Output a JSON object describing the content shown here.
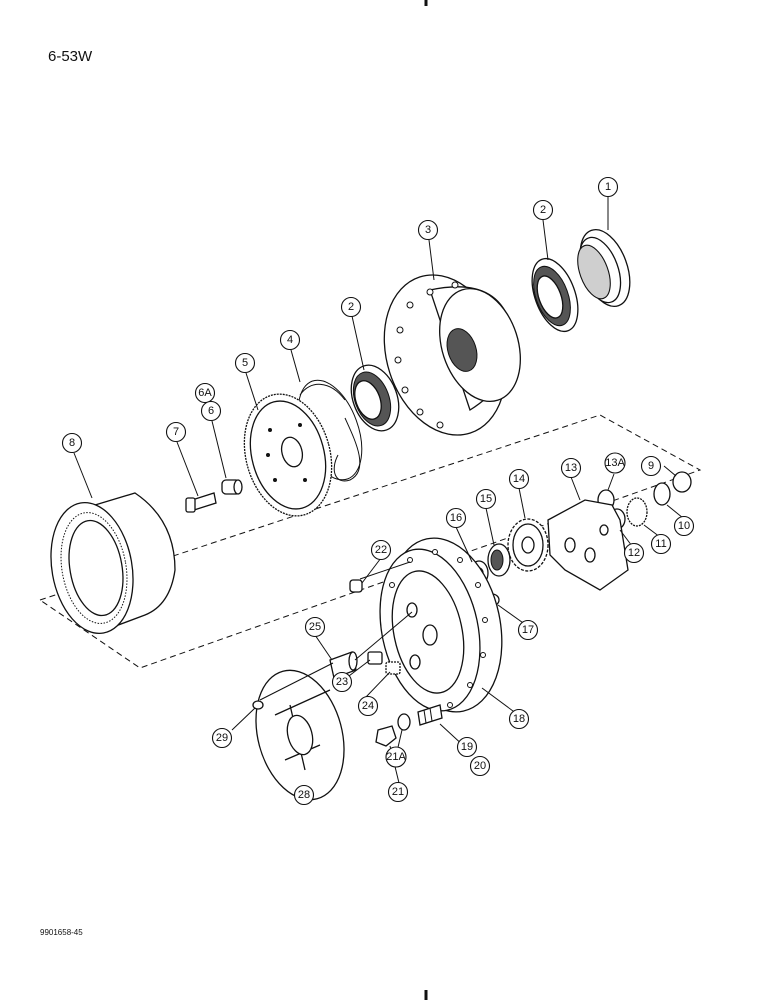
{
  "page": {
    "title": "6-53W",
    "doc_code": "9901658-45"
  },
  "callouts": [
    {
      "id": "c1",
      "label": "1"
    },
    {
      "id": "c2a",
      "label": "2"
    },
    {
      "id": "c2b",
      "label": "2"
    },
    {
      "id": "c3",
      "label": "3"
    },
    {
      "id": "c4",
      "label": "4"
    },
    {
      "id": "c5",
      "label": "5"
    },
    {
      "id": "c6a",
      "label": "6A"
    },
    {
      "id": "c6",
      "label": "6"
    },
    {
      "id": "c7",
      "label": "7"
    },
    {
      "id": "c8",
      "label": "8"
    },
    {
      "id": "c9",
      "label": "9"
    },
    {
      "id": "c10",
      "label": "10"
    },
    {
      "id": "c11",
      "label": "11"
    },
    {
      "id": "c12",
      "label": "12"
    },
    {
      "id": "c13",
      "label": "13"
    },
    {
      "id": "c13a",
      "label": "13A"
    },
    {
      "id": "c14",
      "label": "14"
    },
    {
      "id": "c15",
      "label": "15"
    },
    {
      "id": "c16",
      "label": "16"
    },
    {
      "id": "c17",
      "label": "17"
    },
    {
      "id": "c18",
      "label": "18"
    },
    {
      "id": "c19",
      "label": "19"
    },
    {
      "id": "c20",
      "label": "20"
    },
    {
      "id": "c21",
      "label": "21"
    },
    {
      "id": "c21a",
      "label": "21A"
    },
    {
      "id": "c22",
      "label": "22"
    },
    {
      "id": "c23",
      "label": "23"
    },
    {
      "id": "c24",
      "label": "24"
    },
    {
      "id": "c25",
      "label": "25"
    },
    {
      "id": "c28",
      "label": "28"
    },
    {
      "id": "c29",
      "label": "29"
    }
  ]
}
